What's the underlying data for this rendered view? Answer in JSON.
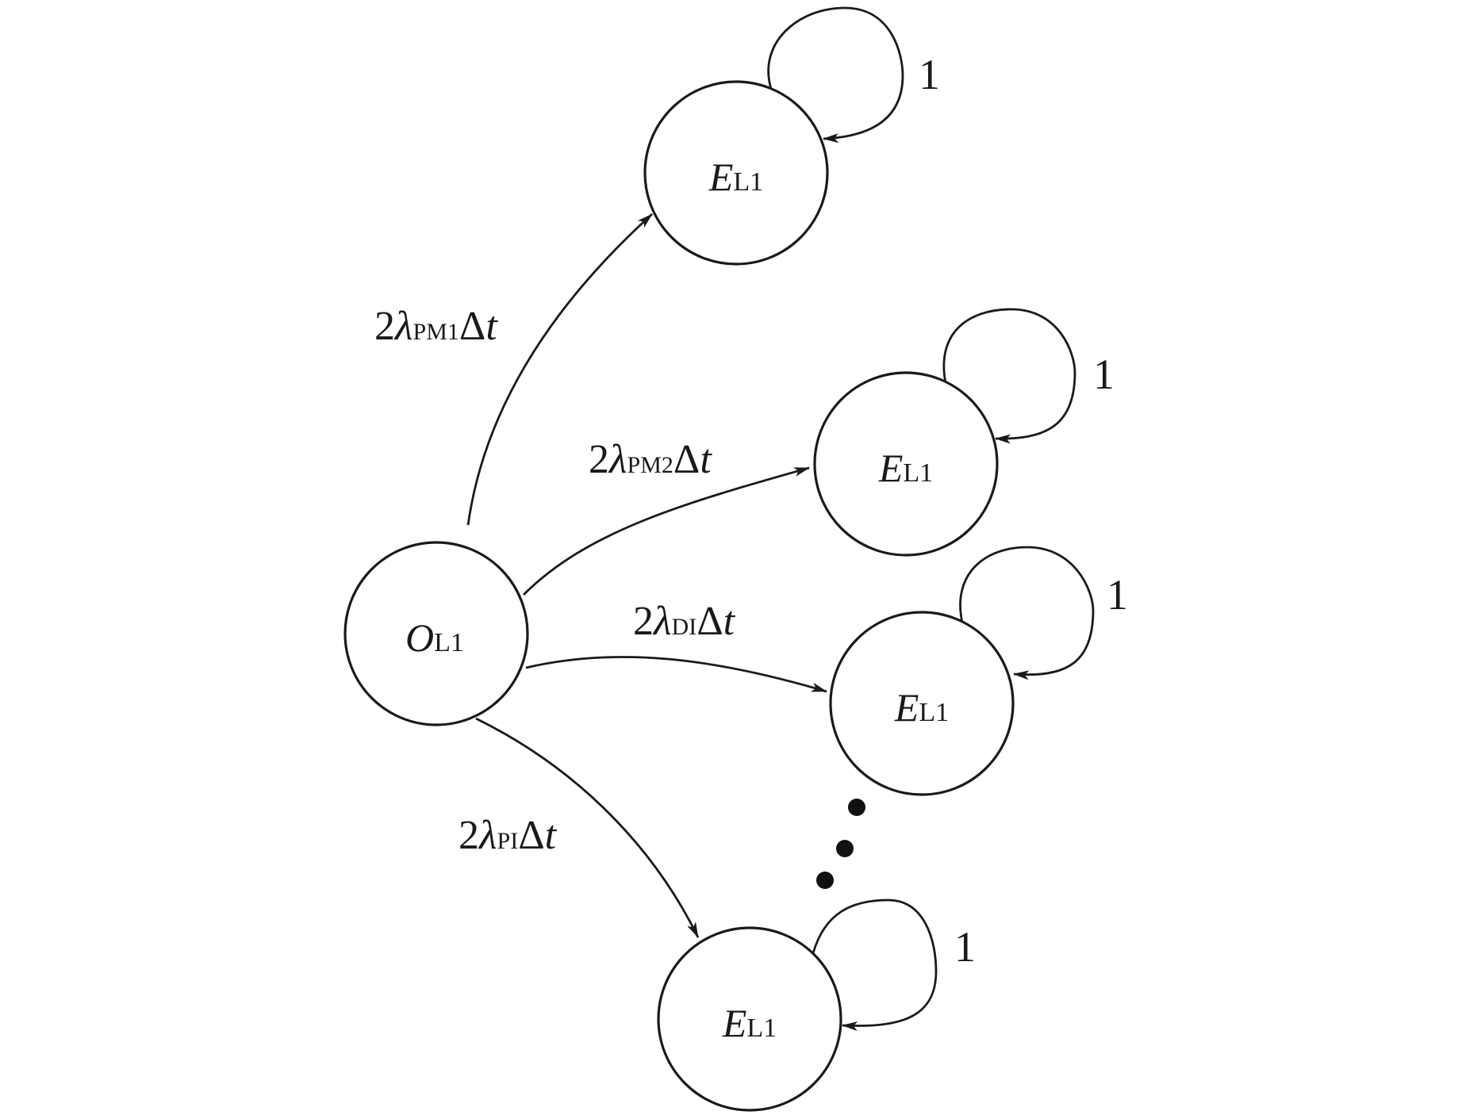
{
  "nodes": [
    {
      "id": "origin",
      "main": "O",
      "sub": "L1"
    },
    {
      "id": "e1",
      "main": "E",
      "sub": "L1",
      "loop": "1"
    },
    {
      "id": "e2",
      "main": "E",
      "sub": "L1",
      "loop": "1"
    },
    {
      "id": "e3",
      "main": "E",
      "sub": "L1",
      "loop": "1"
    },
    {
      "id": "e4",
      "main": "E",
      "sub": "L1",
      "loop": "1"
    }
  ],
  "edges": [
    {
      "from": "origin",
      "to": "e1",
      "coef": "2",
      "lambda": "λ",
      "sub": "PM1",
      "delta": "Δ",
      "t": "t"
    },
    {
      "from": "origin",
      "to": "e2",
      "coef": "2",
      "lambda": "λ",
      "sub": "PM2",
      "delta": "Δ",
      "t": "t"
    },
    {
      "from": "origin",
      "to": "e3",
      "coef": "2",
      "lambda": "λ",
      "sub": "DI",
      "delta": "Δ",
      "t": "t"
    },
    {
      "from": "origin",
      "to": "e4",
      "coef": "2",
      "lambda": "λ",
      "sub": "PI",
      "delta": "Δ",
      "t": "t"
    }
  ]
}
